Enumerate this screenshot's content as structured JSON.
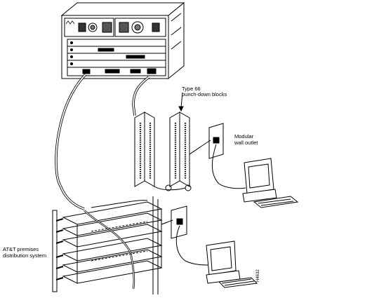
{
  "labels": {
    "punch_down_line1": "Type 66",
    "punch_down_line2": "punch-down blocks",
    "wall_outlet_line1": "Modular",
    "wall_outlet_line2": "wall outlet",
    "premises_line1": "AT&T premises",
    "premises_line2": "distribution system",
    "figure_id": "H4632"
  }
}
